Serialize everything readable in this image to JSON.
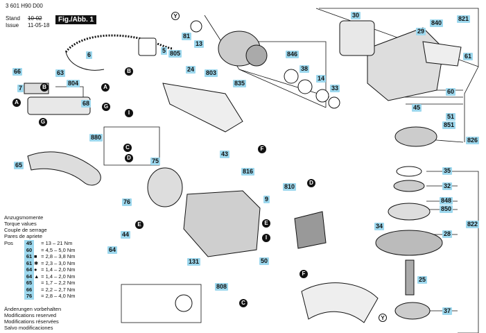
{
  "header": {
    "doc_number": "3 601 H90 D00",
    "stand_label": "Stand",
    "issue_label": "Issue",
    "stand_date": "10-02",
    "issue_date": "11-05-18",
    "fig_label": "Fig./Abb. 1"
  },
  "part_numbers": [
    "5",
    "6",
    "7",
    "9",
    "13",
    "14",
    "24",
    "25",
    "28",
    "29",
    "30",
    "32",
    "33",
    "34",
    "35",
    "37",
    "38",
    "43",
    "44",
    "45",
    "50",
    "51",
    "60",
    "61",
    "63",
    "64",
    "65",
    "66",
    "68",
    "75",
    "76",
    "81",
    "131",
    "803",
    "804",
    "805",
    "808",
    "810",
    "816",
    "821",
    "822",
    "826",
    "835",
    "840",
    "846",
    "848",
    "850",
    "851",
    "880"
  ],
  "callout_letters": [
    "A",
    "B",
    "C",
    "D",
    "E",
    "F",
    "G",
    "I",
    "Y"
  ],
  "torque": {
    "heading_lines": [
      "Anzugsmomente",
      "Torque values",
      "Couple de serrage",
      "Pares de apriete"
    ],
    "pos_label": "Pos",
    "rows": [
      {
        "pos": "45",
        "mark": "",
        "value": "13 – 21 Nm"
      },
      {
        "pos": "60",
        "mark": "",
        "value": "4,5 – 5,0 Nm"
      },
      {
        "pos": "61",
        "mark": "■",
        "value": "2,8 – 3,8 Nm"
      },
      {
        "pos": "61",
        "mark": "✱",
        "value": "2,3 – 3,0 Nm"
      },
      {
        "pos": "64",
        "mark": "●",
        "value": "1,4 – 2,0 Nm"
      },
      {
        "pos": "64",
        "mark": "▲",
        "value": "1,4 – 2,0 Nm"
      },
      {
        "pos": "65",
        "mark": "",
        "value": "1,7 – 2,2 Nm"
      },
      {
        "pos": "66",
        "mark": "",
        "value": "2,2 – 2,7 Nm"
      },
      {
        "pos": "76",
        "mark": "",
        "value": "2,8 – 4,0 Nm"
      }
    ]
  },
  "footer_lines": [
    "Änderungen vorbehalten",
    "Modifications reserved",
    "Modifications réservées",
    "Salvo modificaciones"
  ],
  "colors": {
    "tag_blue": "#9dd8ee",
    "line": "#111111"
  }
}
